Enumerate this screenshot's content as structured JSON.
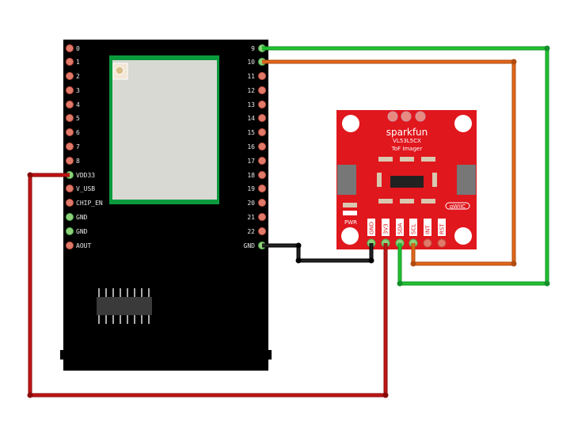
{
  "esp_board": {
    "left_pins": [
      "0",
      "1",
      "2",
      "3",
      "4",
      "5",
      "6",
      "7",
      "8",
      "VDD33",
      "V_USB",
      "CHIP_EN",
      "GND",
      "GND",
      "AOUT"
    ],
    "right_pins": [
      "9",
      "10",
      "11",
      "12",
      "13",
      "14",
      "15",
      "16",
      "17",
      "18",
      "19",
      "20",
      "21",
      "22",
      "GND"
    ]
  },
  "sensor_board": {
    "brand": "sparkfun",
    "model": "VL53L5CX",
    "subtitle": "ToF Imager",
    "qwiic": "qWIIC",
    "pwr": "PWR",
    "pins": [
      "GND",
      "3V3",
      "SDA",
      "SCL",
      "INT",
      "RST"
    ]
  },
  "wires": [
    {
      "from": "9",
      "to": "SDA",
      "color": "#22c22e"
    },
    {
      "from": "10",
      "to": "SCL",
      "color": "#e0661a"
    },
    {
      "from": "GND",
      "to": "GND",
      "color": "#222222"
    },
    {
      "from": "VDD33",
      "to": "3V3",
      "color": "#c01515"
    }
  ]
}
